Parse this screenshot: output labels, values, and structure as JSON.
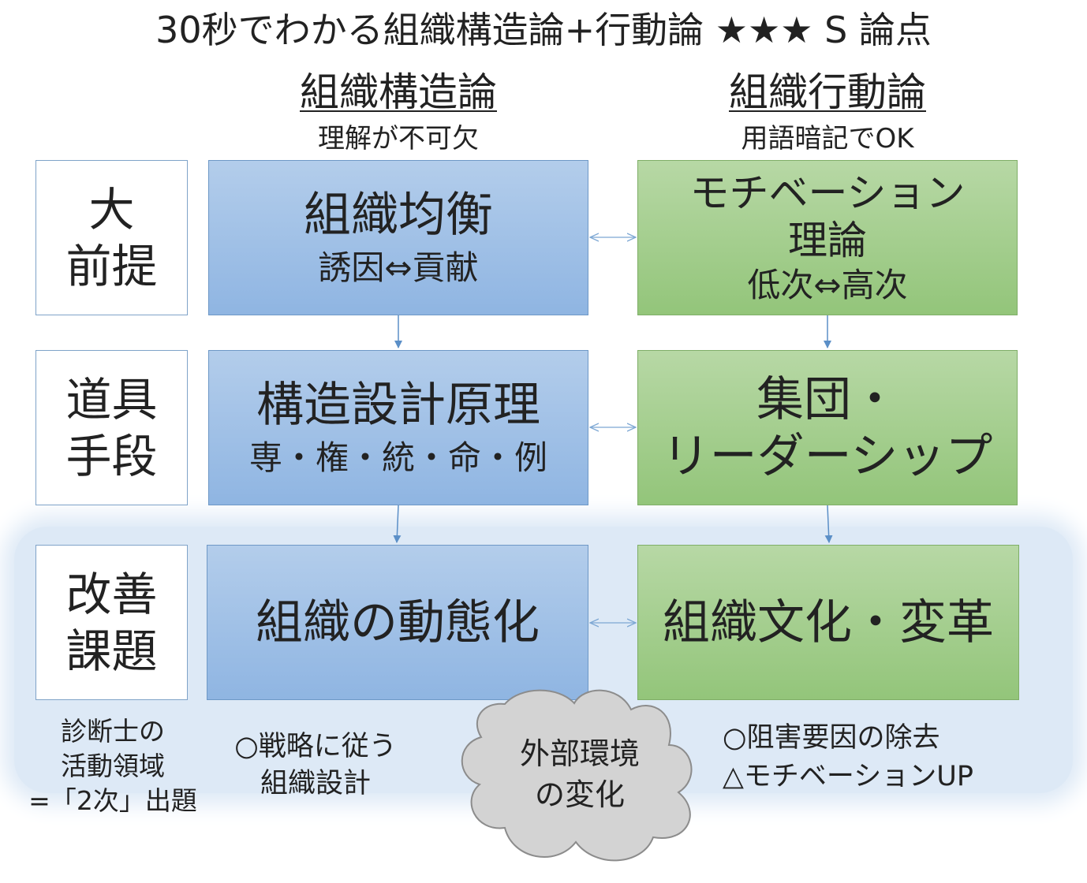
{
  "title": "30秒でわかる組織構造論+行動論 ★★★ S 論点",
  "columns": {
    "structure": {
      "heading": "組織構造論",
      "subheading": "理解が不可欠"
    },
    "behavior": {
      "heading": "組織行動論",
      "subheading": "用語暗記でOK"
    }
  },
  "rows": [
    {
      "label_lines": [
        "大",
        "前提"
      ]
    },
    {
      "label_lines": [
        "道具",
        "手段"
      ]
    },
    {
      "label_lines": [
        "改善",
        "課題"
      ]
    }
  ],
  "structure_boxes": [
    {
      "title": "組織均衡",
      "detail": "誘因⇔貢献"
    },
    {
      "title": "構造設計原理",
      "detail": "専・権・統・命・例"
    },
    {
      "title": "組織の動態化"
    }
  ],
  "behavior_boxes": [
    {
      "title_lines": [
        "モチベーション",
        "理論"
      ],
      "detail": "低次⇔高次"
    },
    {
      "title_lines": [
        "集団・",
        "リーダーシップ"
      ]
    },
    {
      "title": "組織文化・変革"
    }
  ],
  "notes": {
    "left_lines": [
      "診断士の",
      "活動領域",
      "=「2次」出題"
    ],
    "structure_lines": [
      "○戦略に従う",
      "組織設計"
    ],
    "behavior_lines": [
      "○阻害要因の除去",
      "△モチベーションUP"
    ]
  },
  "cloud": {
    "lines": [
      "外部環境",
      "の変化"
    ]
  },
  "colors": {
    "blue_box": "#9dbfe6",
    "green_box": "#a6cf8e",
    "highlight_band": "#dde9f6",
    "arrow": "#5b8fc7",
    "cloud": "#d3d3d3"
  }
}
